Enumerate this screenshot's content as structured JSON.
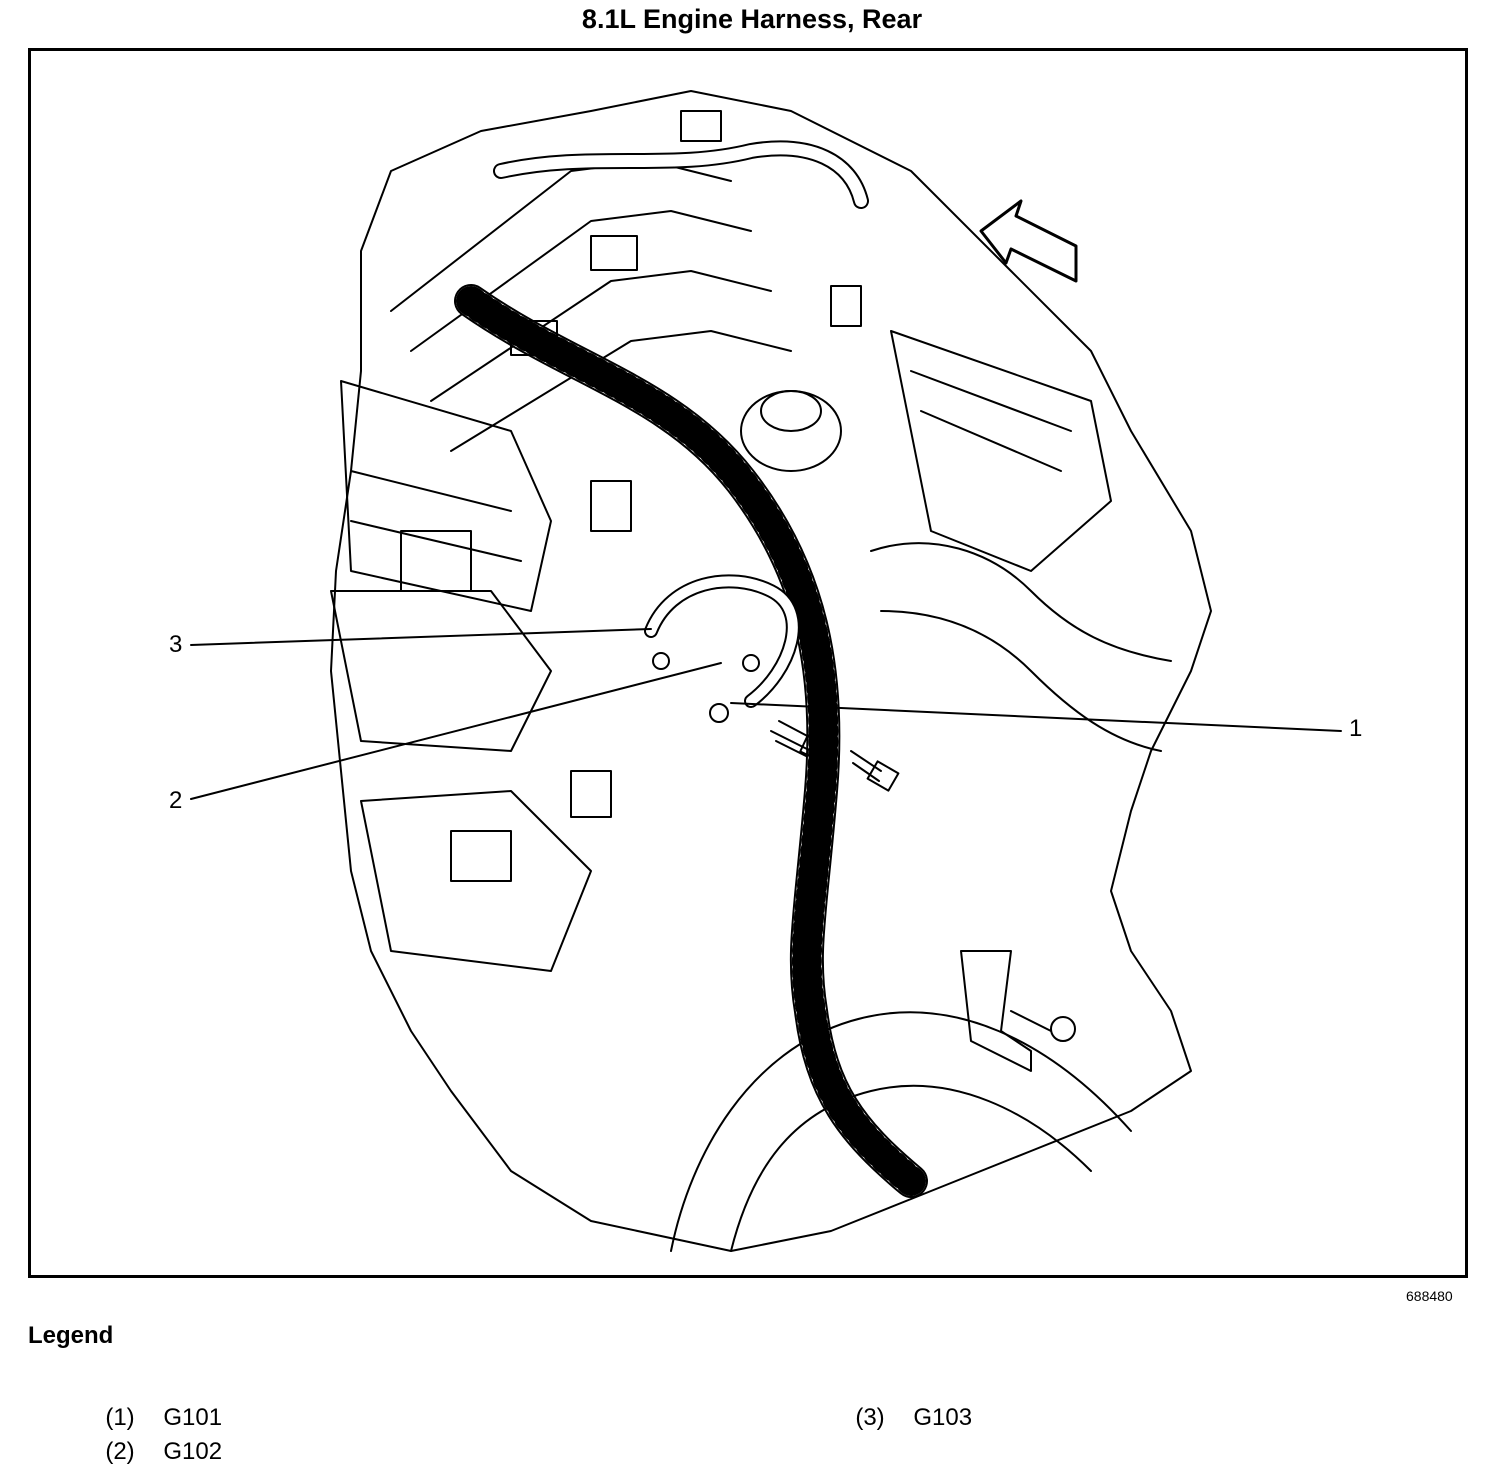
{
  "title": "8.1L Engine Harness, Rear",
  "figure_id": "688480",
  "callouts": [
    {
      "label": "1"
    },
    {
      "label": "2"
    },
    {
      "label": "3"
    }
  ],
  "legend": {
    "title": "Legend",
    "items": [
      {
        "num": "(1)",
        "text": "G101"
      },
      {
        "num": "(2)",
        "text": "G102"
      },
      {
        "num": "(3)",
        "text": "G103"
      }
    ]
  }
}
